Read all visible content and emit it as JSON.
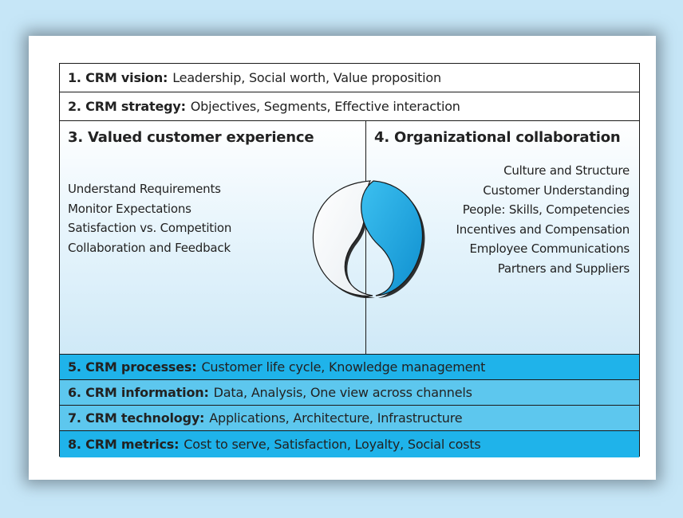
{
  "rows_top": [
    {
      "title": "1. CRM vision:",
      "text": "Leadership, Social worth, Value proposition"
    },
    {
      "title": "2. CRM strategy:",
      "text": "Objectives, Segments, Effective interaction"
    }
  ],
  "left_panel": {
    "title": "3. Valued customer experience",
    "items": [
      "Understand Requirements",
      "Monitor Expectations",
      "Satisfaction vs. Competition",
      "Collaboration and Feedback"
    ]
  },
  "right_panel": {
    "title": "4. Organizational collaboration",
    "items": [
      "Culture and Structure",
      "Customer Understanding",
      "People: Skills, Competencies",
      "Incentives and Compensation",
      "Employee Communications",
      "Partners and Suppliers"
    ]
  },
  "rows_bottom": [
    {
      "title": "5. CRM processes:",
      "text": "Customer life cycle, Knowledge management"
    },
    {
      "title": "6. CRM information:",
      "text": "Data, Analysis, One view across channels"
    },
    {
      "title": "7. CRM technology:",
      "text": "Applications, Architecture, Infrastructure"
    },
    {
      "title": "8. CRM metrics:",
      "text": "Cost to serve, Satisfaction, Loyalty, Social costs"
    }
  ],
  "colors": {
    "blue_dark": "#1fb3ea",
    "blue_light": "#5dc7ee",
    "background": "#c6e6f7",
    "yin_yang_blue": "#1aa8e6"
  }
}
